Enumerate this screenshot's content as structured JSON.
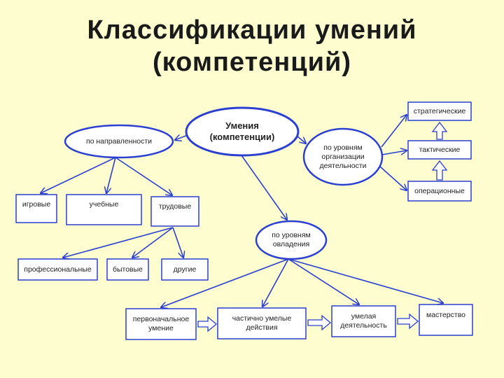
{
  "title": {
    "line1": "Классификации умений",
    "line2": "(компетенций)"
  },
  "colors": {
    "background": "#fdfdd0",
    "stroke": "#2b3fd0"
  },
  "nodes": {
    "root": {
      "line1": "Умения",
      "line2": "(компетенции)"
    },
    "by_direction": "по направленности",
    "by_org_levels": {
      "line1": "по уровням",
      "line2": "организации",
      "line3": "деятельности"
    },
    "by_mastery_levels": {
      "line1": "по уровням",
      "line2": "овладения"
    },
    "strategic": "стратегические",
    "tactical": "тактические",
    "operational": "операционные",
    "game": "игровые",
    "learning": "учебные",
    "labor": "трудовые",
    "professional": "профессиональные",
    "household": "бытовые",
    "other": "другие",
    "initial_skill": {
      "line1": "первоначальное",
      "line2": "умение"
    },
    "partial_actions": {
      "line1": "частично умелые",
      "line2": "действия"
    },
    "skilled_activity": {
      "line1": "умелая",
      "line2": "деятельность"
    },
    "mastery": "мастерство"
  }
}
